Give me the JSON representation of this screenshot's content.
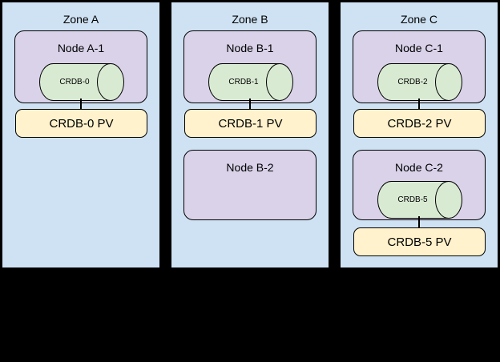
{
  "colors": {
    "canvas_background": "#000000",
    "zone_fill": "#cfe2f3",
    "node_fill": "#d9d2e9",
    "pod_fill": "#d9ead3",
    "pv_fill": "#fff2cc",
    "line": "#000000",
    "text": "#000000"
  },
  "zones": [
    {
      "label": "Zone A",
      "items": [
        {
          "node_label": "Node A-1",
          "pod_label": "CRDB-0",
          "pv_label": "CRDB-0 PV"
        }
      ]
    },
    {
      "label": "Zone B",
      "items": [
        {
          "node_label": "Node B-1",
          "pod_label": "CRDB-1",
          "pv_label": "CRDB-1 PV"
        },
        {
          "node_label": "Node B-2"
        }
      ]
    },
    {
      "label": "Zone C",
      "items": [
        {
          "node_label": "Node C-1",
          "pod_label": "CRDB-2",
          "pv_label": "CRDB-2 PV"
        },
        {
          "node_label": "Node C-2",
          "pod_label": "CRDB-5",
          "pv_label": "CRDB-5 PV"
        }
      ]
    }
  ]
}
